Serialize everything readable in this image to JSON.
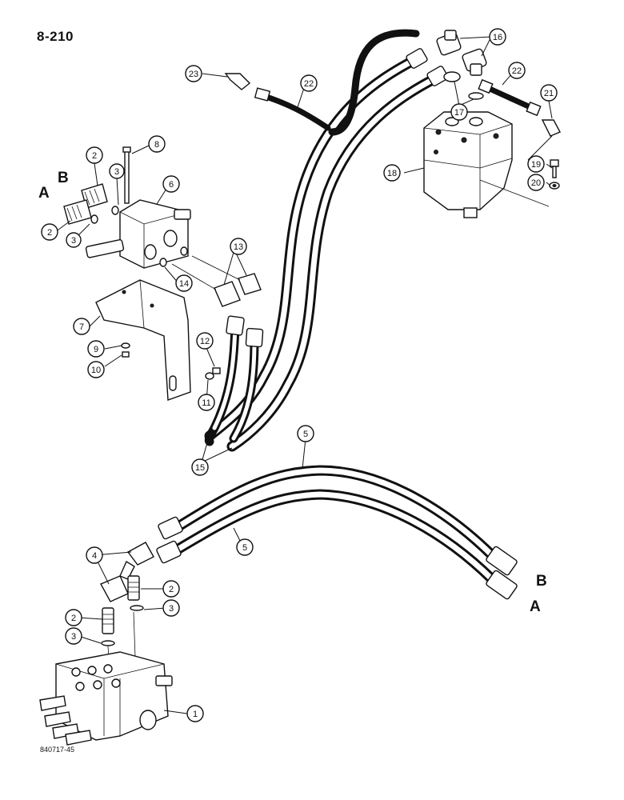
{
  "page": {
    "page_number": "8-210",
    "drawing_number": "840717-45"
  },
  "callouts": [
    {
      "label": "1"
    },
    {
      "label": "2"
    },
    {
      "label": "2"
    },
    {
      "label": "2"
    },
    {
      "label": "2"
    },
    {
      "label": "3"
    },
    {
      "label": "3"
    },
    {
      "label": "3"
    },
    {
      "label": "3"
    },
    {
      "label": "4"
    },
    {
      "label": "5"
    },
    {
      "label": "5"
    },
    {
      "label": "6"
    },
    {
      "label": "7"
    },
    {
      "label": "8"
    },
    {
      "label": "9"
    },
    {
      "label": "10"
    },
    {
      "label": "11"
    },
    {
      "label": "12"
    },
    {
      "label": "13"
    },
    {
      "label": "14"
    },
    {
      "label": "15"
    },
    {
      "label": "16"
    },
    {
      "label": "17"
    },
    {
      "label": "18"
    },
    {
      "label": "19"
    },
    {
      "label": "20"
    },
    {
      "label": "21"
    },
    {
      "label": "22"
    },
    {
      "label": "22"
    },
    {
      "label": "23"
    }
  ],
  "port_labels": {
    "valve_a": "A",
    "valve_b": "B",
    "hose_b": "B",
    "hose_a": "A"
  }
}
